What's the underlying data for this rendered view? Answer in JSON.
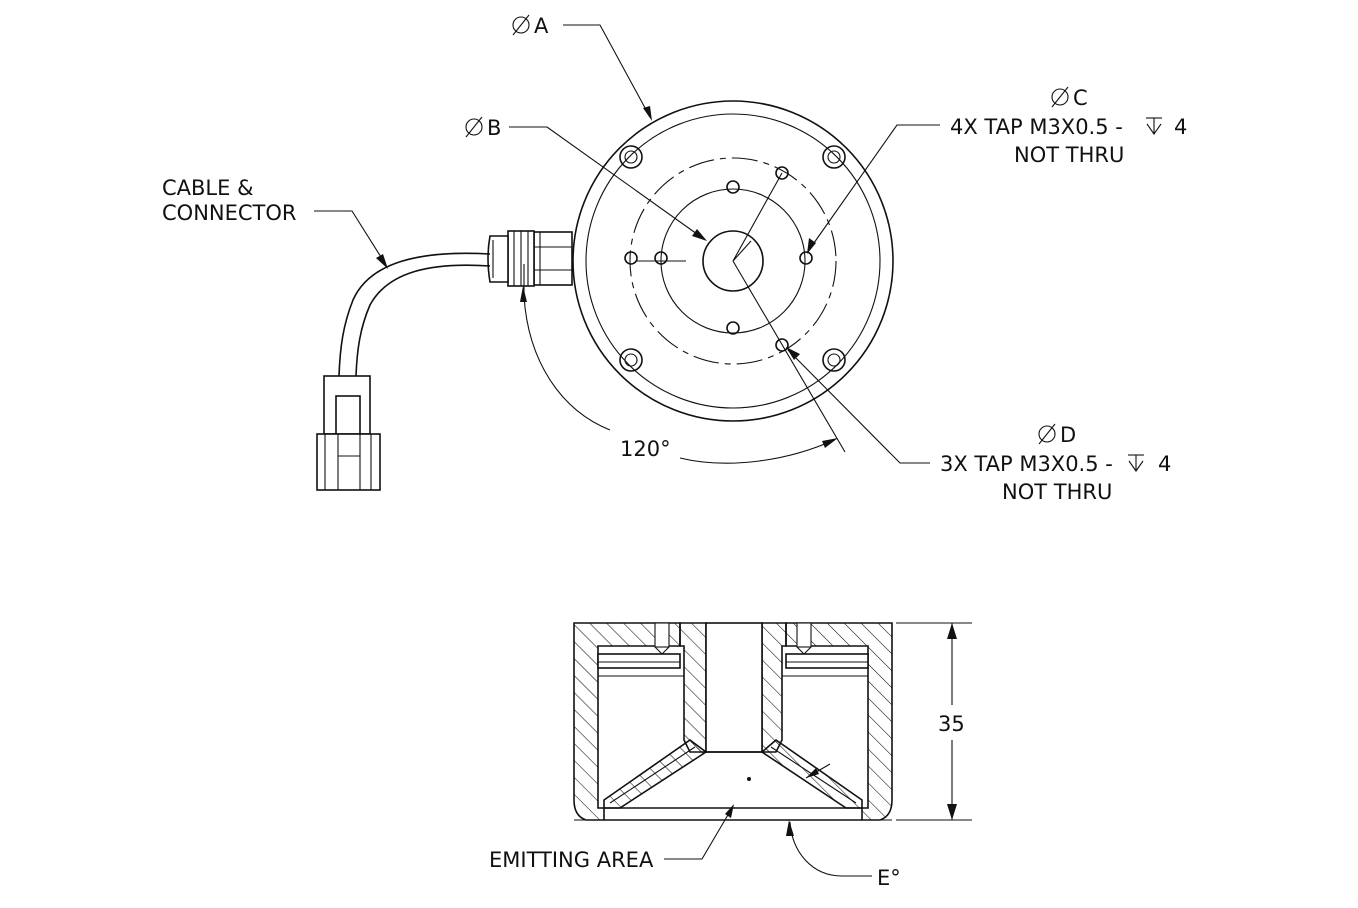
{
  "labels": {
    "dia_a": "A",
    "dia_b": "B",
    "dia_c": "C",
    "dia_c_spec": "4X TAP M3X0.5  -",
    "dia_c_depth": "4",
    "dia_c_note": "NOT THRU",
    "dia_d": "D",
    "dia_d_spec": "3X TAP M3X0.5 -",
    "dia_d_depth": "4",
    "dia_d_note": "NOT THRU",
    "cable_line1": "CABLE &",
    "cable_line2": "CONNECTOR",
    "angle": "120°",
    "height": "35",
    "emitting_area": "EMITTING AREA",
    "emit_angle": "E°"
  },
  "colors": {
    "line": "#111111",
    "background": "#ffffff"
  }
}
